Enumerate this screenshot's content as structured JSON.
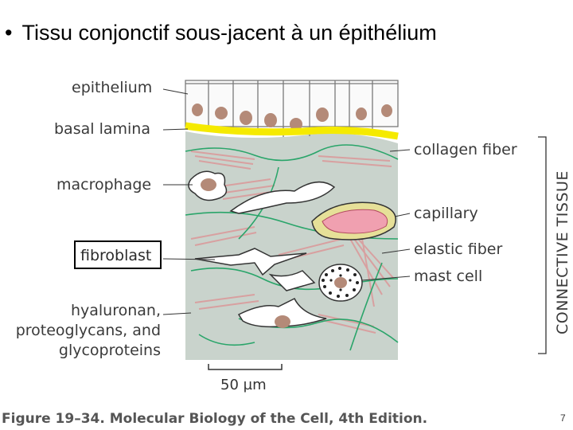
{
  "slide": {
    "bullet": "•",
    "title": "Tissu conjonctif sous-jacent à un épithélium",
    "page_number": "7"
  },
  "labels": {
    "epithelium": "epithelium",
    "basal_lamina": "basal lamina",
    "macrophage": "macrophage",
    "fibroblast": "fibroblast",
    "hyaluronan_1": "hyaluronan,",
    "hyaluronan_2": "proteoglycans, and",
    "hyaluronan_3": "glycoproteins",
    "collagen_fiber": "collagen fiber",
    "capillary": "capillary",
    "elastic_fiber": "elastic fiber",
    "mast_cell": "mast cell",
    "connective_tissue": "CONNECTIVE TISSUE"
  },
  "scale_bar": {
    "label": "50 µm"
  },
  "caption": "Figure 19–34. Molecular Biology of the Cell, 4th Edition.",
  "colors": {
    "matrix": "#c9d3cc",
    "basal_lamina": "#f5ea00",
    "epithelium_nucleus": "#b48a78",
    "collagen": "#d8a0a0",
    "elastic": "#2aa56a",
    "capillary_blood": "#f0a0b0",
    "capillary_wall": "#e6e098"
  }
}
